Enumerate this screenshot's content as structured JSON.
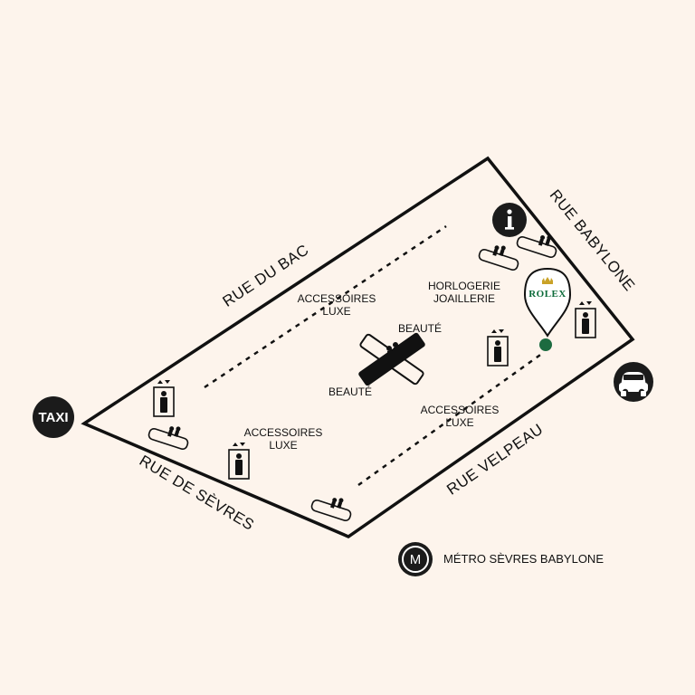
{
  "streets": {
    "rue_du_bac": "RUE DU BAC",
    "rue_babylone": "RUE BABYLONE",
    "rue_de_sevres": "RUE DE SÈVRES",
    "rue_velpeau": "RUE VELPEAU"
  },
  "zones": {
    "accessoires_luxe_top": "ACCESSOIRES\nLUXE",
    "accessoires_luxe_left": "ACCESSOIRES\nLUXE",
    "accessoires_luxe_right": "ACCESSOIRES\nLUXE",
    "horlogerie_joaillerie": "HORLOGERIE\nJOAILLERIE",
    "beaute_top": "BEAUTÉ",
    "beaute_bottom": "BEAUTÉ"
  },
  "services": {
    "taxi": "TAXI",
    "info": "i",
    "metro_symbol": "M",
    "metro": "MÉTRO SÈVRES BABYLONE"
  },
  "brand": {
    "name": "ROLEX",
    "color": "#0d6b3a"
  },
  "icons": [
    "elevator-icon",
    "escalator-icon",
    "car-icon",
    "info-icon",
    "taxi-icon",
    "metro-icon",
    "location-pin-icon"
  ]
}
